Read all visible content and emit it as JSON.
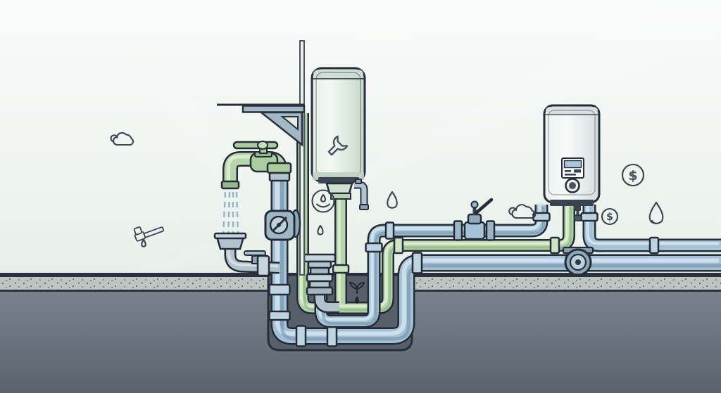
{
  "scene": {
    "type": "plumbing-system-illustration",
    "regions": {
      "sky": "indoor wall gradient with light rays",
      "ground": "speckled concrete band over excavated soil",
      "pit": "open excavation trench with nested pipes"
    }
  },
  "equipment": {
    "faucet": {
      "name": "green-outdoor-faucet",
      "state": "dripping"
    },
    "tank_heater": {
      "name": "wall-mounted-water-tank",
      "logo_icon": "wrench-icon"
    },
    "tankless_heater": {
      "name": "tankless-water-heater",
      "panel": "display-and-knob"
    },
    "drain_funnel": {
      "name": "open-drain-funnel"
    },
    "valve_box": {
      "name": "inline-valve-box"
    },
    "pump_flange": {
      "name": "circular-pump-flange"
    },
    "lever_valve": {
      "name": "lever-ball-valve"
    },
    "riser_stack": {
      "name": "ribbed-drain-riser"
    }
  },
  "pipes": [
    {
      "name": "main-cold-line",
      "color_key": "blue",
      "route": "faucet riser, pit bottom, underground main to right edge"
    },
    {
      "name": "upper-blue-line",
      "color_key": "blue",
      "route": "pit to tankless heater left port with lever valve"
    },
    {
      "name": "green-drain-line",
      "color_key": "green",
      "route": "wall drain down through pit to tankless heater center port"
    },
    {
      "name": "heater-green-supply",
      "color_key": "green",
      "route": "tank heater down into pit"
    },
    {
      "name": "right-blue-line",
      "color_key": "blue",
      "route": "tankless heater right port to right edge"
    }
  ],
  "icons": {
    "cloud_left": {
      "name": "cloud-icon"
    },
    "cloud_right": {
      "name": "cloud-icon"
    },
    "pipe_wrench": {
      "name": "pipe-wrench-icon"
    },
    "water_saving_badge": {
      "name": "droplet-in-circle-icon"
    },
    "droplet_small_left": {
      "name": "droplet-icon"
    },
    "droplet_mid": {
      "name": "droplet-icon"
    },
    "droplet_tiny": {
      "name": "droplet-icon"
    },
    "droplet_big_right": {
      "name": "droplet-icon"
    },
    "sprout": {
      "name": "sprout-icon"
    },
    "dollar_large": {
      "name": "dollar-circle-icon",
      "glyph": "$"
    },
    "dollar_small": {
      "name": "dollar-circle-icon",
      "glyph": "$"
    }
  },
  "palette": {
    "background_top": "#f9fbfa",
    "background_bottom": "#e0e9e3",
    "pipe_blue": "#a4c1d5",
    "pipe_green": "#b6d5aa",
    "steel": "#b3c3cd",
    "outline": "#242d37",
    "ground_band": "#bdc4c2",
    "soil_top": "#7d8692",
    "soil_bottom": "#5a636e",
    "pit": "#575f68",
    "icon_stroke": "#39444e"
  }
}
